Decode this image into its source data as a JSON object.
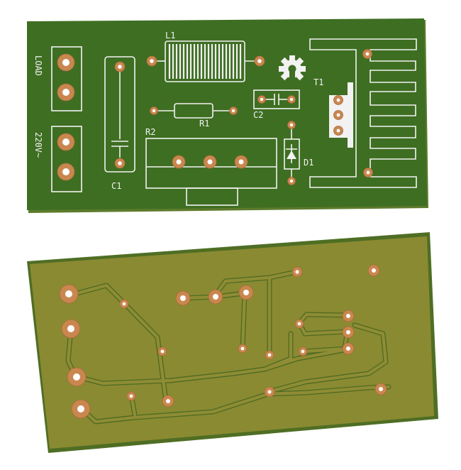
{
  "top_board": {
    "connectors": [
      {
        "id": "load",
        "label": "LOAD"
      },
      {
        "id": "mains",
        "label": "220V~"
      }
    ],
    "designators": {
      "inductor": "L1",
      "capacitor_large": "C1",
      "capacitor_small": "C2",
      "resistor_1": "R1",
      "resistor_2": "R2",
      "diode": "D1",
      "transformer": "T1"
    },
    "logo": "open-hardware-gear-icon"
  },
  "bottom_board": {
    "side": "solder side"
  },
  "colors": {
    "solder_mask_top": "#3e6e22",
    "solder_mask_bottom": "#8a8a32",
    "silkscreen": "#f2f2f2",
    "copper_pad": "#c9874f",
    "board_edge": "#4f6e24"
  }
}
